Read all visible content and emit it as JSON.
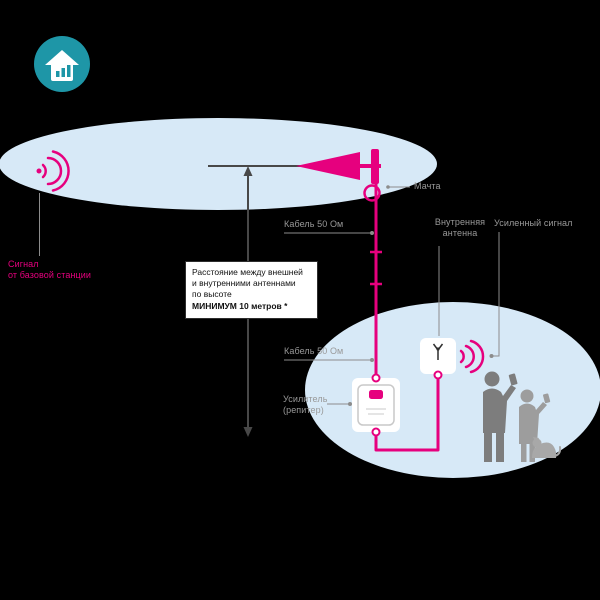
{
  "colors": {
    "background": "#000000",
    "accent_magenta": "#e6007e",
    "zone_fill_blue": "#d7e9f7",
    "logo_teal": "#1e96a7",
    "label_gray": "#999999",
    "leader_gray": "#8c8c8c",
    "arrow_dark_gray": "#484848",
    "note_box_bg": "#ffffff",
    "note_text": "#101010",
    "silhouette_gray": "#8d8d8d"
  },
  "icons": {
    "logo": "house-with-signal-bars-icon",
    "outdoor_signal": "signal-waves-icon",
    "indoor_signal": "signal-waves-icon"
  },
  "labels": {
    "base_signal": "Сигнал\nот базовой станции",
    "mast": "Мачта",
    "cable_top": "Кабель 50 Ом",
    "cable_bottom": "Кабель 50 Ом",
    "indoor_antenna": "Внутренняя\nантенна",
    "amplified_signal": "Усиленный сигнал",
    "repeater": "Усилитель\n(репитер)",
    "distance_note": "Расстояние между внешней\nи внутренними антеннами\nпо высоте",
    "distance_note_emphasis": "МИНИМУМ 10 метров *"
  }
}
